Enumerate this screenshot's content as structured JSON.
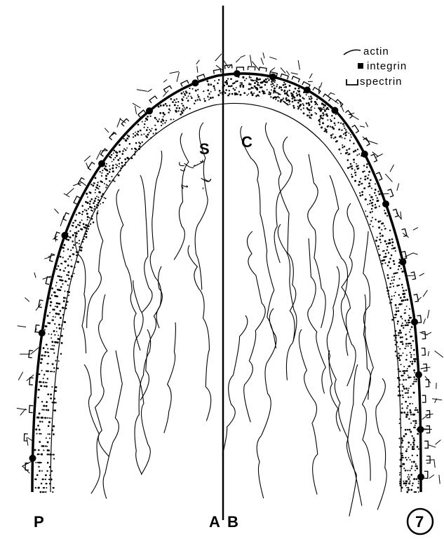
{
  "figure": {
    "legend": [
      {
        "symbol": "wavy-line",
        "label": "actin"
      },
      {
        "symbol": "filled-square",
        "label": "integrin"
      },
      {
        "symbol": "bracket",
        "label": "spectrin"
      }
    ],
    "labels": {
      "region_s": "S",
      "region_c": "C",
      "bottom_left": "P",
      "bottom_a": "A",
      "bottom_b": "B",
      "figure_number": "7"
    },
    "colors": {
      "ink": "#000000",
      "background": "#ffffff"
    }
  }
}
